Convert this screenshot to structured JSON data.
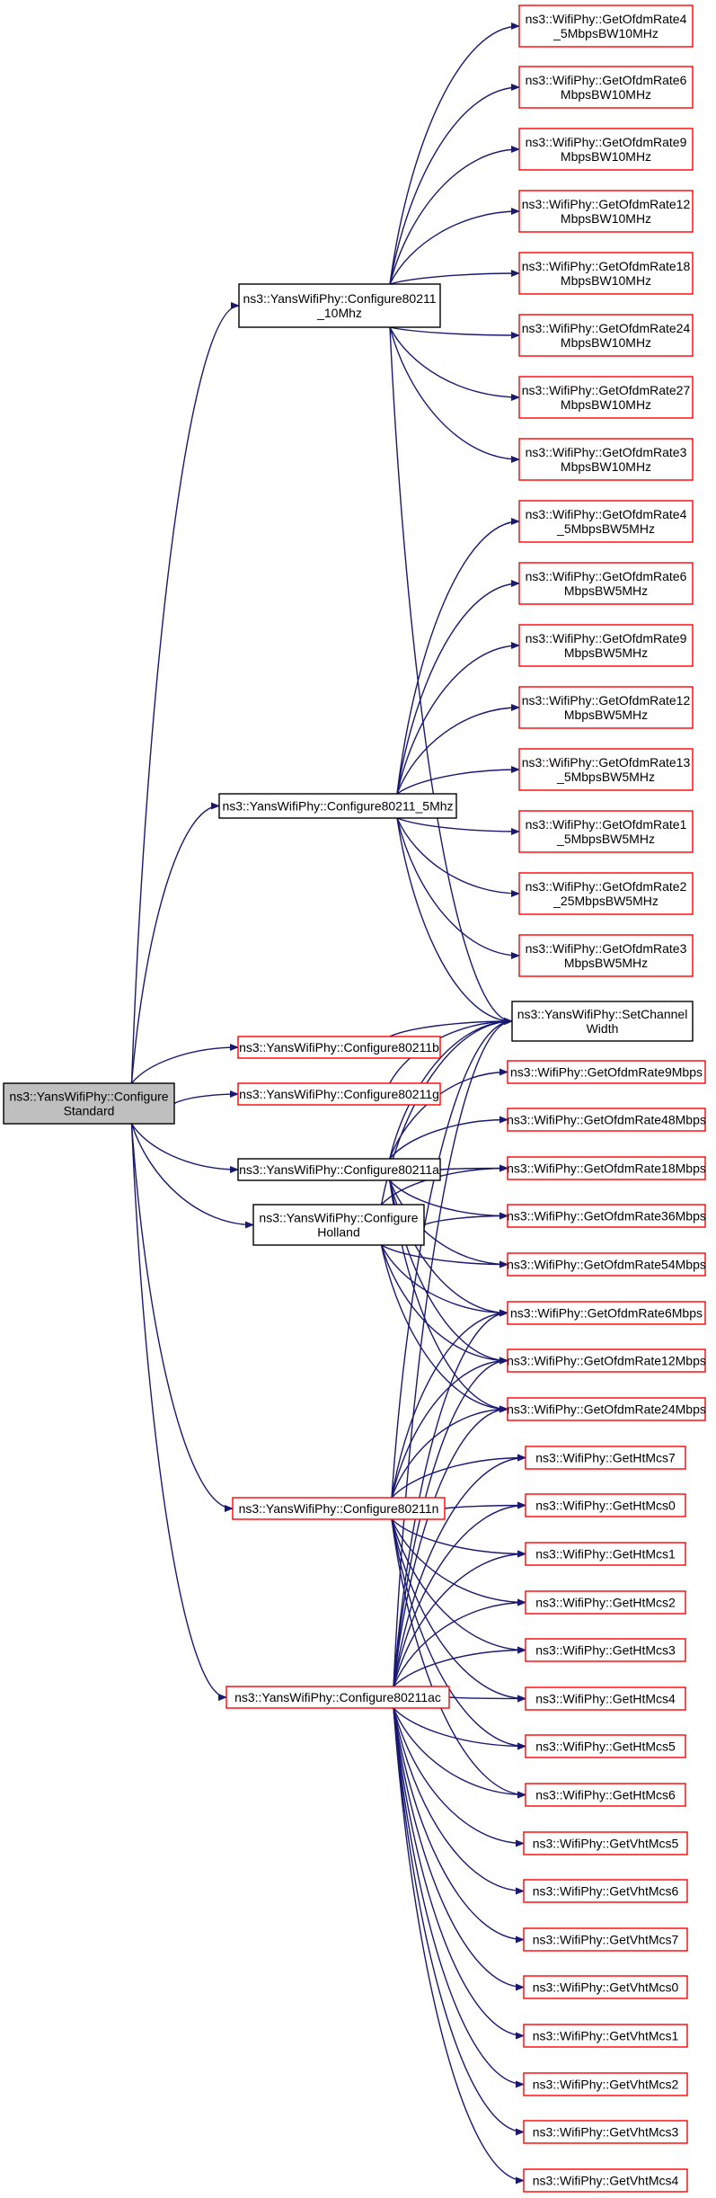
{
  "colors": {
    "edge": "#191970",
    "node_border_red": "#ff0000",
    "node_border_black": "#000000",
    "root_fill": "#bfbfbf",
    "node_fill": "#ffffff"
  },
  "nodes": [
    {
      "id": "root",
      "lines": [
        "ns3::YansWifiPhy::Configure",
        "Standard"
      ],
      "style": "root"
    },
    {
      "id": "c10",
      "lines": [
        "ns3::YansWifiPhy::Configure80211",
        "_10Mhz"
      ],
      "style": "black"
    },
    {
      "id": "c5",
      "lines": [
        "ns3::YansWifiPhy::Configure80211_5Mhz"
      ],
      "style": "black"
    },
    {
      "id": "cb",
      "lines": [
        "ns3::YansWifiPhy::Configure80211b"
      ],
      "style": "red"
    },
    {
      "id": "cg",
      "lines": [
        "ns3::YansWifiPhy::Configure80211g"
      ],
      "style": "red"
    },
    {
      "id": "ca",
      "lines": [
        "ns3::YansWifiPhy::Configure80211a"
      ],
      "style": "black"
    },
    {
      "id": "ch",
      "lines": [
        "ns3::YansWifiPhy::Configure",
        "Holland"
      ],
      "style": "black"
    },
    {
      "id": "cn",
      "lines": [
        "ns3::YansWifiPhy::Configure80211n"
      ],
      "style": "red"
    },
    {
      "id": "cac",
      "lines": [
        "ns3::YansWifiPhy::Configure80211ac"
      ],
      "style": "red"
    },
    {
      "id": "r10_45",
      "lines": [
        "ns3::WifiPhy::GetOfdmRate4",
        "_5MbpsBW10MHz"
      ],
      "style": "red"
    },
    {
      "id": "r10_6",
      "lines": [
        "ns3::WifiPhy::GetOfdmRate6",
        "MbpsBW10MHz"
      ],
      "style": "red"
    },
    {
      "id": "r10_9",
      "lines": [
        "ns3::WifiPhy::GetOfdmRate9",
        "MbpsBW10MHz"
      ],
      "style": "red"
    },
    {
      "id": "r10_12",
      "lines": [
        "ns3::WifiPhy::GetOfdmRate12",
        "MbpsBW10MHz"
      ],
      "style": "red"
    },
    {
      "id": "r10_18",
      "lines": [
        "ns3::WifiPhy::GetOfdmRate18",
        "MbpsBW10MHz"
      ],
      "style": "red"
    },
    {
      "id": "r10_24",
      "lines": [
        "ns3::WifiPhy::GetOfdmRate24",
        "MbpsBW10MHz"
      ],
      "style": "red"
    },
    {
      "id": "r10_27",
      "lines": [
        "ns3::WifiPhy::GetOfdmRate27",
        "MbpsBW10MHz"
      ],
      "style": "red"
    },
    {
      "id": "r10_3",
      "lines": [
        "ns3::WifiPhy::GetOfdmRate3",
        "MbpsBW10MHz"
      ],
      "style": "red"
    },
    {
      "id": "r5_45",
      "lines": [
        "ns3::WifiPhy::GetOfdmRate4",
        "_5MbpsBW5MHz"
      ],
      "style": "red"
    },
    {
      "id": "r5_6",
      "lines": [
        "ns3::WifiPhy::GetOfdmRate6",
        "MbpsBW5MHz"
      ],
      "style": "red"
    },
    {
      "id": "r5_9",
      "lines": [
        "ns3::WifiPhy::GetOfdmRate9",
        "MbpsBW5MHz"
      ],
      "style": "red"
    },
    {
      "id": "r5_12",
      "lines": [
        "ns3::WifiPhy::GetOfdmRate12",
        "MbpsBW5MHz"
      ],
      "style": "red"
    },
    {
      "id": "r5_135",
      "lines": [
        "ns3::WifiPhy::GetOfdmRate13",
        "_5MbpsBW5MHz"
      ],
      "style": "red"
    },
    {
      "id": "r5_15",
      "lines": [
        "ns3::WifiPhy::GetOfdmRate1",
        "_5MbpsBW5MHz"
      ],
      "style": "red"
    },
    {
      "id": "r5_225",
      "lines": [
        "ns3::WifiPhy::GetOfdmRate2",
        "_25MbpsBW5MHz"
      ],
      "style": "red"
    },
    {
      "id": "r5_3",
      "lines": [
        "ns3::WifiPhy::GetOfdmRate3",
        "MbpsBW5MHz"
      ],
      "style": "red"
    },
    {
      "id": "scw",
      "lines": [
        "ns3::YansWifiPhy::SetChannel",
        "Width"
      ],
      "style": "black"
    },
    {
      "id": "o9",
      "lines": [
        "ns3::WifiPhy::GetOfdmRate9Mbps"
      ],
      "style": "red"
    },
    {
      "id": "o48",
      "lines": [
        "ns3::WifiPhy::GetOfdmRate48Mbps"
      ],
      "style": "red"
    },
    {
      "id": "o18",
      "lines": [
        "ns3::WifiPhy::GetOfdmRate18Mbps"
      ],
      "style": "red"
    },
    {
      "id": "o36",
      "lines": [
        "ns3::WifiPhy::GetOfdmRate36Mbps"
      ],
      "style": "red"
    },
    {
      "id": "o54",
      "lines": [
        "ns3::WifiPhy::GetOfdmRate54Mbps"
      ],
      "style": "red"
    },
    {
      "id": "o6",
      "lines": [
        "ns3::WifiPhy::GetOfdmRate6Mbps"
      ],
      "style": "red"
    },
    {
      "id": "o12",
      "lines": [
        "ns3::WifiPhy::GetOfdmRate12Mbps"
      ],
      "style": "red"
    },
    {
      "id": "o24",
      "lines": [
        "ns3::WifiPhy::GetOfdmRate24Mbps"
      ],
      "style": "red"
    },
    {
      "id": "h7",
      "lines": [
        "ns3::WifiPhy::GetHtMcs7"
      ],
      "style": "red"
    },
    {
      "id": "h0",
      "lines": [
        "ns3::WifiPhy::GetHtMcs0"
      ],
      "style": "red"
    },
    {
      "id": "h1",
      "lines": [
        "ns3::WifiPhy::GetHtMcs1"
      ],
      "style": "red"
    },
    {
      "id": "h2",
      "lines": [
        "ns3::WifiPhy::GetHtMcs2"
      ],
      "style": "red"
    },
    {
      "id": "h3",
      "lines": [
        "ns3::WifiPhy::GetHtMcs3"
      ],
      "style": "red"
    },
    {
      "id": "h4",
      "lines": [
        "ns3::WifiPhy::GetHtMcs4"
      ],
      "style": "red"
    },
    {
      "id": "h5",
      "lines": [
        "ns3::WifiPhy::GetHtMcs5"
      ],
      "style": "red"
    },
    {
      "id": "h6",
      "lines": [
        "ns3::WifiPhy::GetHtMcs6"
      ],
      "style": "red"
    },
    {
      "id": "v5",
      "lines": [
        "ns3::WifiPhy::GetVhtMcs5"
      ],
      "style": "red"
    },
    {
      "id": "v6",
      "lines": [
        "ns3::WifiPhy::GetVhtMcs6"
      ],
      "style": "red"
    },
    {
      "id": "v7",
      "lines": [
        "ns3::WifiPhy::GetVhtMcs7"
      ],
      "style": "red"
    },
    {
      "id": "v0",
      "lines": [
        "ns3::WifiPhy::GetVhtMcs0"
      ],
      "style": "red"
    },
    {
      "id": "v1",
      "lines": [
        "ns3::WifiPhy::GetVhtMcs1"
      ],
      "style": "red"
    },
    {
      "id": "v2",
      "lines": [
        "ns3::WifiPhy::GetVhtMcs2"
      ],
      "style": "red"
    },
    {
      "id": "v3",
      "lines": [
        "ns3::WifiPhy::GetVhtMcs3"
      ],
      "style": "red"
    },
    {
      "id": "v4",
      "lines": [
        "ns3::WifiPhy::GetVhtMcs4"
      ],
      "style": "red"
    }
  ],
  "edges": [
    [
      "root",
      "c10"
    ],
    [
      "root",
      "c5"
    ],
    [
      "root",
      "cb"
    ],
    [
      "root",
      "cg"
    ],
    [
      "root",
      "ca"
    ],
    [
      "root",
      "ch"
    ],
    [
      "root",
      "cn"
    ],
    [
      "root",
      "cac"
    ],
    [
      "c10",
      "r10_45"
    ],
    [
      "c10",
      "r10_6"
    ],
    [
      "c10",
      "r10_9"
    ],
    [
      "c10",
      "r10_12"
    ],
    [
      "c10",
      "r10_18"
    ],
    [
      "c10",
      "r10_24"
    ],
    [
      "c10",
      "r10_27"
    ],
    [
      "c10",
      "r10_3"
    ],
    [
      "c10",
      "scw"
    ],
    [
      "c5",
      "r5_45"
    ],
    [
      "c5",
      "r5_6"
    ],
    [
      "c5",
      "r5_9"
    ],
    [
      "c5",
      "r5_12"
    ],
    [
      "c5",
      "r5_135"
    ],
    [
      "c5",
      "r5_15"
    ],
    [
      "c5",
      "r5_225"
    ],
    [
      "c5",
      "r5_3"
    ],
    [
      "c5",
      "scw"
    ],
    [
      "cb",
      "scw"
    ],
    [
      "cg",
      "scw"
    ],
    [
      "ca",
      "scw"
    ],
    [
      "ca",
      "o9"
    ],
    [
      "ca",
      "o48"
    ],
    [
      "ca",
      "o18"
    ],
    [
      "ca",
      "o36"
    ],
    [
      "ca",
      "o54"
    ],
    [
      "ca",
      "o6"
    ],
    [
      "ca",
      "o12"
    ],
    [
      "ca",
      "o24"
    ],
    [
      "ch",
      "scw"
    ],
    [
      "ch",
      "o18"
    ],
    [
      "ch",
      "o36"
    ],
    [
      "ch",
      "o54"
    ],
    [
      "ch",
      "o6"
    ],
    [
      "ch",
      "o12"
    ],
    [
      "ch",
      "o24"
    ],
    [
      "cn",
      "scw"
    ],
    [
      "cn",
      "o6"
    ],
    [
      "cn",
      "o12"
    ],
    [
      "cn",
      "o24"
    ],
    [
      "cn",
      "h7"
    ],
    [
      "cn",
      "h0"
    ],
    [
      "cn",
      "h1"
    ],
    [
      "cn",
      "h2"
    ],
    [
      "cn",
      "h3"
    ],
    [
      "cn",
      "h4"
    ],
    [
      "cn",
      "h5"
    ],
    [
      "cn",
      "h6"
    ],
    [
      "cac",
      "scw"
    ],
    [
      "cac",
      "o6"
    ],
    [
      "cac",
      "o12"
    ],
    [
      "cac",
      "o24"
    ],
    [
      "cac",
      "h7"
    ],
    [
      "cac",
      "h0"
    ],
    [
      "cac",
      "h1"
    ],
    [
      "cac",
      "h2"
    ],
    [
      "cac",
      "h3"
    ],
    [
      "cac",
      "h4"
    ],
    [
      "cac",
      "h5"
    ],
    [
      "cac",
      "h6"
    ],
    [
      "cac",
      "v5"
    ],
    [
      "cac",
      "v6"
    ],
    [
      "cac",
      "v7"
    ],
    [
      "cac",
      "v0"
    ],
    [
      "cac",
      "v1"
    ],
    [
      "cac",
      "v2"
    ],
    [
      "cac",
      "v3"
    ],
    [
      "cac",
      "v4"
    ]
  ]
}
